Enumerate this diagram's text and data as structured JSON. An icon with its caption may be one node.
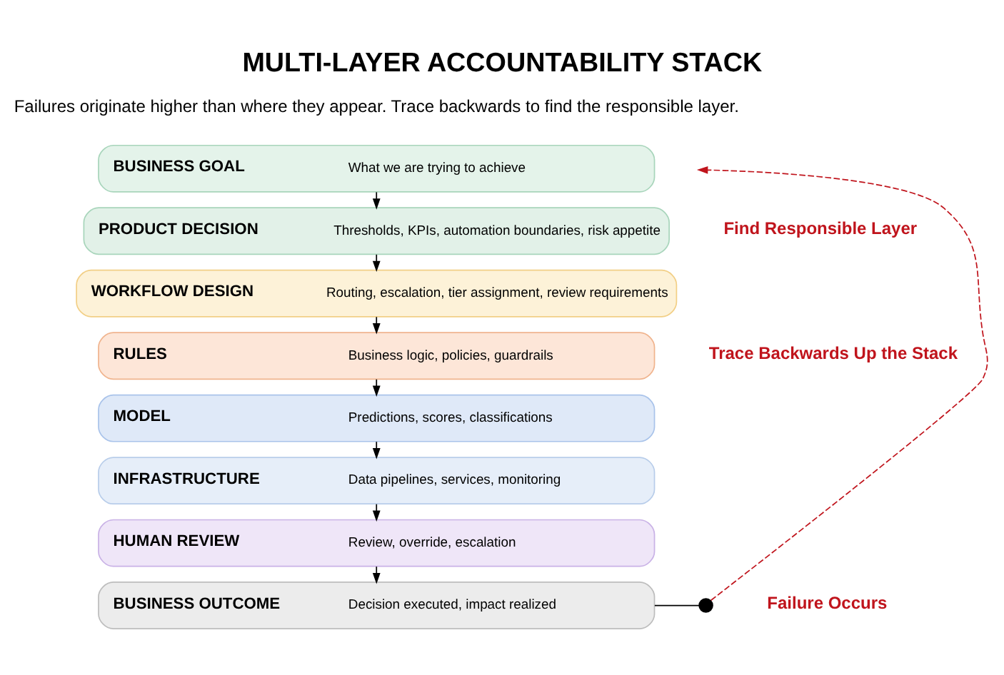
{
  "diagram": {
    "title": "MULTI-LAYER ACCOUNTABILITY STACK",
    "nodes": [
      {
        "text": [
          "BUSINESS GOAL",
          "What we are trying to achieve"
        ]
      },
      {
        "text": [
          "PRODUCT DECISION",
          "Thresholds, KPIs, automation boundaries, risk appetite"
        ]
      },
      {
        "text": [
          "WORKFLOW DESIGN",
          "Routing, escalation, tier assignment, review requirements"
        ]
      },
      {
        "text": [
          "RULES",
          "Business logic, policies, guardrails"
        ]
      },
      {
        "text": [
          "MODEL",
          "Predictions, scores, classifications"
        ]
      },
      {
        "text": [
          "INFRASTRUCTURE",
          "Data pipelines, services, monitoring"
        ]
      },
      {
        "text": [
          "HUMAN REVIEW",
          "Review, override, escalation"
        ]
      },
      {
        "text": [
          "BUSINESS OUTCOME",
          "Decision executed, impact realized"
        ]
      },
      {
        "text": [],
        "shape": "circle",
        "beside": [
          "Failure Occurs"
        ]
      }
    ],
    "edges": [
      {
        "from": 0,
        "to": 1,
        "arrow": "to"
      },
      {
        "from": 1,
        "to": 2,
        "arrow": "to"
      },
      {
        "from": 2,
        "to": 3,
        "arrow": "to"
      },
      {
        "from": 3,
        "to": 4,
        "arrow": "to"
      },
      {
        "from": 4,
        "to": 5,
        "arrow": "to"
      },
      {
        "from": 5,
        "to": 6,
        "arrow": "to"
      },
      {
        "from": 6,
        "to": 7,
        "arrow": "to"
      },
      {
        "from": 7,
        "to": 8,
        "arrow": "none"
      },
      {
        "from": 8,
        "to": null,
        "arrow": "to",
        "style": "dashed",
        "color": "#c0141c"
      }
    ],
    "labels": [
      "Failures originate higher than where they appear. Trace backwards to find the responsible layer.",
      "Find Responsible Layer",
      "Trace Backwards Up the Stack"
    ]
  }
}
